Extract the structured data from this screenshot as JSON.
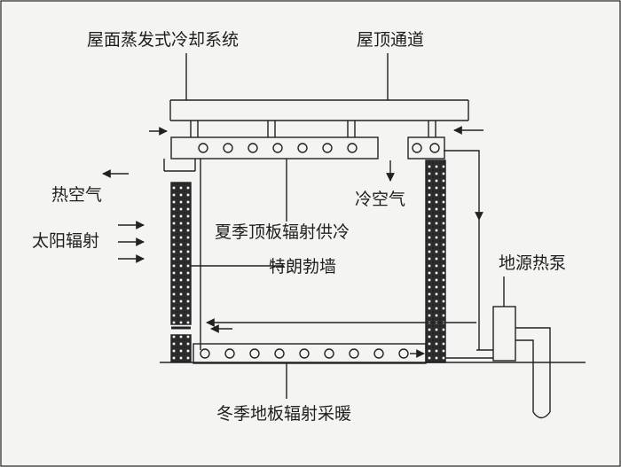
{
  "labels": {
    "roof_evap_cooling": "屋面蒸发式冷却系统",
    "roof_channel": "屋顶通道",
    "hot_air": "热空气",
    "cold_air": "冷空气",
    "solar_radiation": "太阳辐射",
    "summer_ceiling_cooling": "夏季顶板辐射供冷",
    "trombe_wall": "特朗勃墙",
    "ground_source_heat_pump": "地源热泵",
    "winter_floor_heating": "冬季地板辐射采暖"
  },
  "colors": {
    "line": "#222222",
    "background": "#f4f4f2",
    "wall_fill": "#3a3a3a"
  }
}
